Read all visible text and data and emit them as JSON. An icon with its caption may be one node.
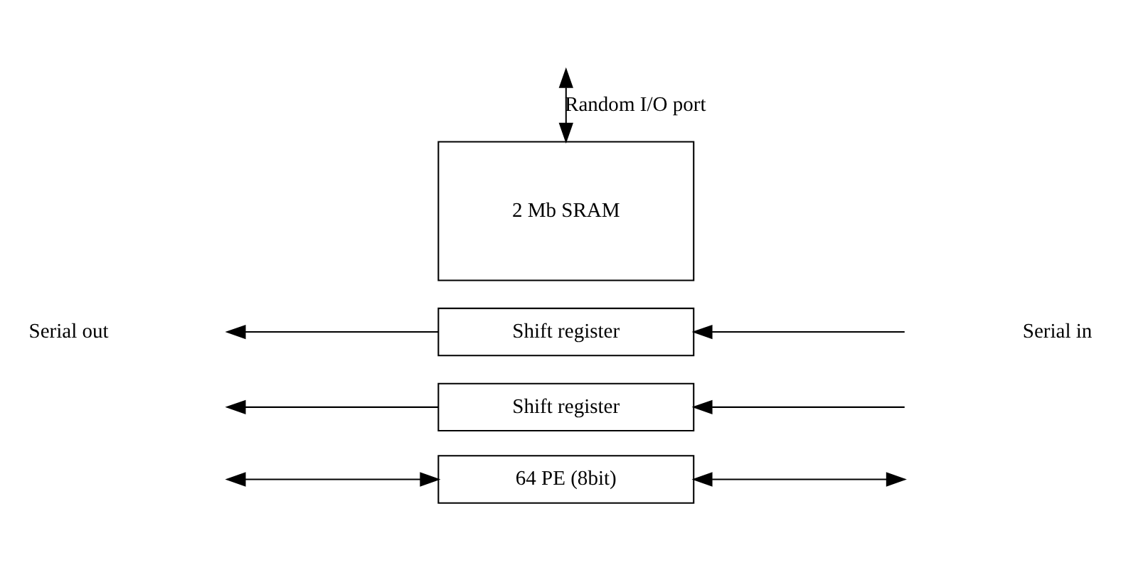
{
  "diagram": {
    "nodes": [
      {
        "text": [
          "2 Mb SRAM"
        ]
      },
      {
        "text": [
          "Shift register"
        ]
      },
      {
        "text": [
          "Shift register"
        ]
      },
      {
        "text": [
          "64 PE (8bit)"
        ]
      }
    ],
    "edges": [
      {
        "from": null,
        "to": 0,
        "arrow": "both",
        "label": "Random I/O port"
      },
      {
        "from": 1,
        "to": null,
        "arrow": "to"
      },
      {
        "from": 2,
        "to": null,
        "arrow": "to"
      },
      {
        "from": null,
        "to": 1,
        "arrow": "to"
      },
      {
        "from": null,
        "to": 2,
        "arrow": "to"
      },
      {
        "from": null,
        "to": 3,
        "arrow": "both"
      },
      {
        "from": 3,
        "to": null,
        "arrow": "both"
      }
    ],
    "labels": [
      "Serial out",
      "Serial in"
    ]
  }
}
